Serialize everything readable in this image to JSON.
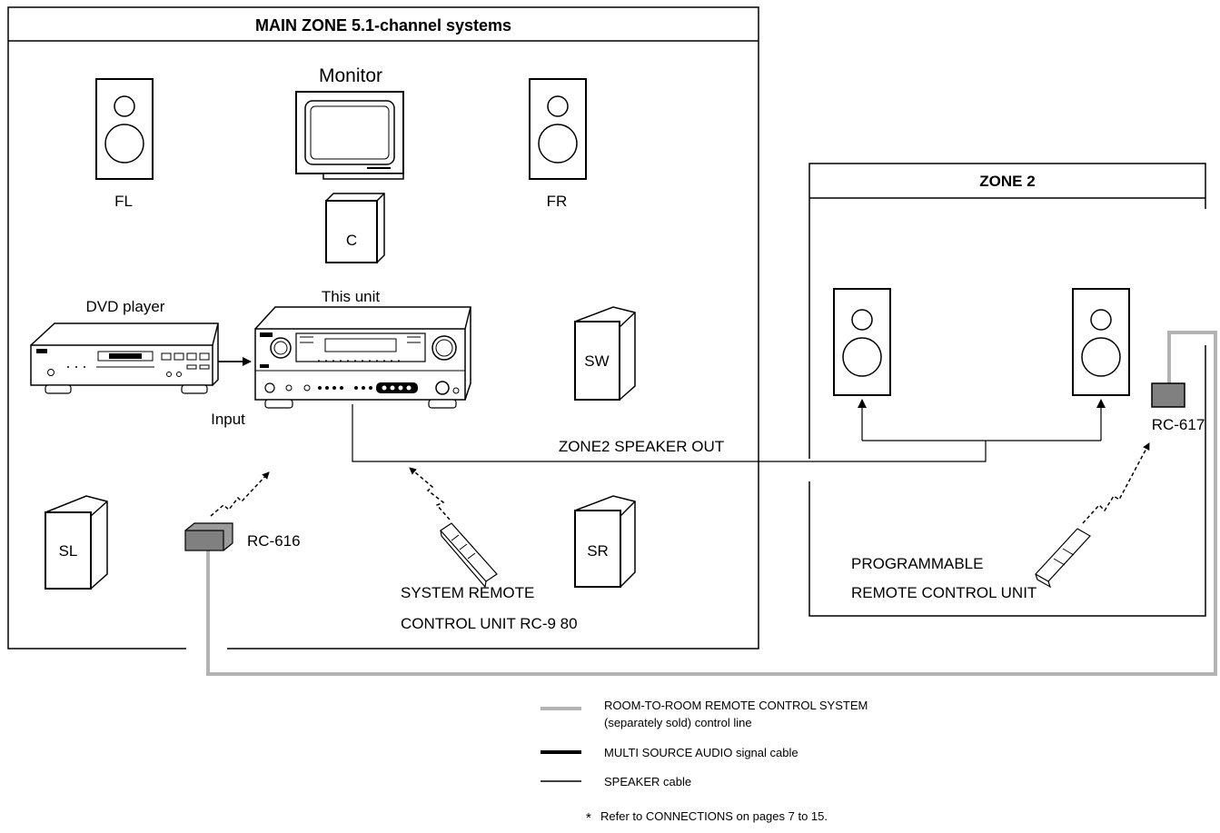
{
  "main_zone": {
    "title": "MAIN ZONE 5.1-channel systems",
    "monitor": "Monitor",
    "fl": "FL",
    "fr": "FR",
    "center": "C",
    "dvd_player": "DVD player",
    "this_unit": "This unit",
    "input": "Input",
    "subwoofer": "SW",
    "sl": "SL",
    "sr": "SR",
    "rc616": "RC-616",
    "system_remote_line1": "SYSTEM REMOTE",
    "system_remote_line2": "CONTROL UNIT RC-9 80"
  },
  "zone2_speaker_out": "ZONE2 SPEAKER OUT",
  "zone2": {
    "title": "ZONE 2",
    "rc617": "RC-617",
    "programmable_line1": "PROGRAMMABLE",
    "programmable_line2": "REMOTE CONTROL UNIT"
  },
  "legend": {
    "room_line1": "ROOM-TO-ROOM REMOTE CONTROL SYSTEM",
    "room_line2": "(separately sold) control line",
    "multi_source": "MULTI SOURCE  AUDIO signal cable",
    "speaker_cable": "SPEAKER cable",
    "footnote_star": "*",
    "footnote": "Refer to CONNECTIONS on pages 7 to 15."
  },
  "colors": {
    "control_line": "#b3b3b3",
    "ir_device": "#808080"
  }
}
